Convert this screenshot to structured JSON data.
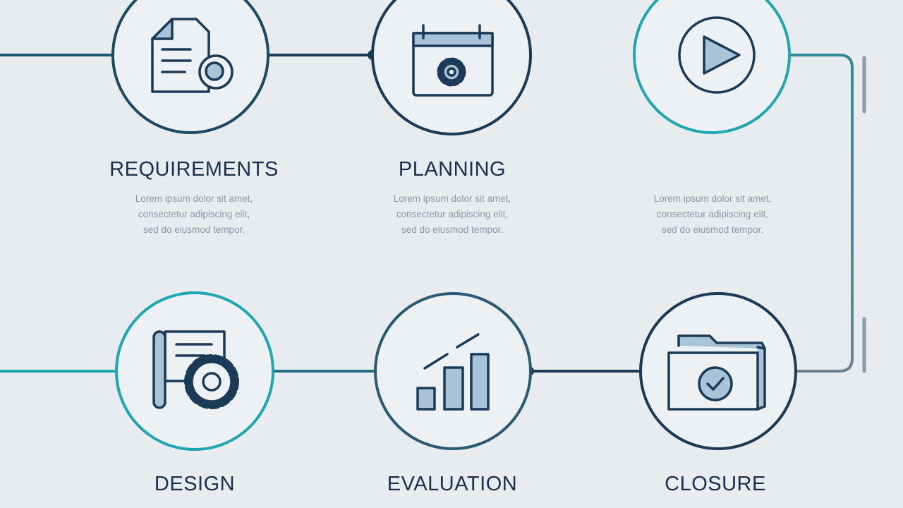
{
  "colors": {
    "background": "#e9ecef",
    "navy": "#1a3a57",
    "teal": "#1ea6b2",
    "icon_fill": "#a9c3d9",
    "title_text": "#1a2f4d",
    "desc_text": "#8a97a6"
  },
  "steps": [
    {
      "icon": "document-icon",
      "title": "REQUIREMENTS",
      "desc": [
        "Lorem ipsum dolor sit amet,",
        "consectetur adipiscing elit,",
        "sed do eiusmod tempor."
      ]
    },
    {
      "icon": "calendar-gear-icon",
      "title": "PLANNING",
      "desc": [
        "Lorem ipsum dolor sit amet,",
        "consectetur adipiscing elit,",
        "sed do eiusmod tempor."
      ]
    },
    {
      "icon": "play-icon",
      "title": "",
      "desc": [
        "Lorem ipsum dolor sit amet,",
        "consectetur adipiscing elit,",
        "sed do eiusmod tempor."
      ]
    },
    {
      "icon": "blueprint-gear-icon",
      "title": "DESIGN",
      "desc": []
    },
    {
      "icon": "bar-chart-icon",
      "title": "EVALUATION",
      "desc": []
    },
    {
      "icon": "folder-check-icon",
      "title": "CLOSURE",
      "desc": []
    }
  ]
}
